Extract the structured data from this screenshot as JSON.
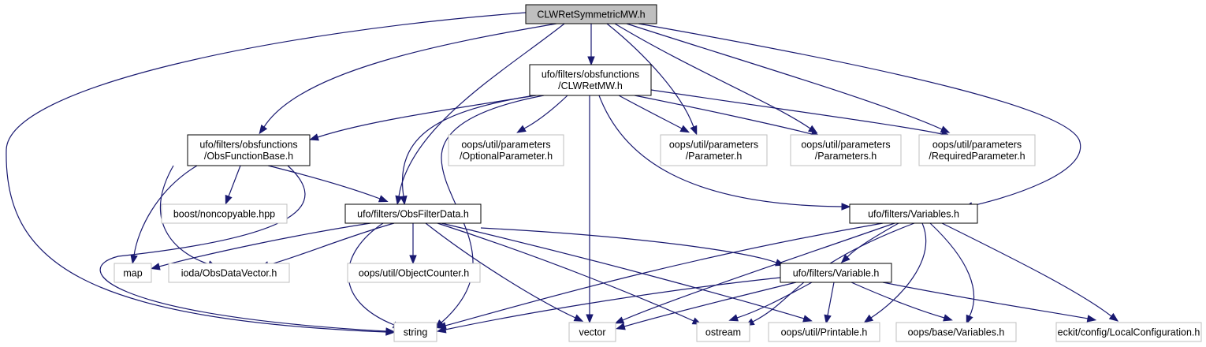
{
  "colors": {
    "edge": "#191970",
    "root_fill": "#bfbfbf",
    "default_fill": "#ffffff",
    "internal_border": "#000000",
    "external_border": "#bfbfbf"
  },
  "nodes": {
    "root": {
      "lines": [
        "CLWRetSymmetricMW.h"
      ],
      "kind": "root"
    },
    "clwretmw": {
      "lines": [
        "ufo/filters/obsfunctions",
        "/CLWRetMW.h"
      ],
      "kind": "internal"
    },
    "obsfunctionbase": {
      "lines": [
        "ufo/filters/obsfunctions",
        "/ObsFunctionBase.h"
      ],
      "kind": "internal"
    },
    "optionalparameter": {
      "lines": [
        "oops/util/parameters",
        "/OptionalParameter.h"
      ],
      "kind": "external"
    },
    "parameter": {
      "lines": [
        "oops/util/parameters",
        "/Parameter.h"
      ],
      "kind": "external"
    },
    "parameters": {
      "lines": [
        "oops/util/parameters",
        "/Parameters.h"
      ],
      "kind": "external"
    },
    "requiredparameter": {
      "lines": [
        "oops/util/parameters",
        "/RequiredParameter.h"
      ],
      "kind": "external"
    },
    "noncopyable": {
      "lines": [
        "boost/noncopyable.hpp"
      ],
      "kind": "external"
    },
    "obsfilterdata": {
      "lines": [
        "ufo/filters/ObsFilterData.h"
      ],
      "kind": "internal"
    },
    "variables": {
      "lines": [
        "ufo/filters/Variables.h"
      ],
      "kind": "internal"
    },
    "map": {
      "lines": [
        "map"
      ],
      "kind": "external"
    },
    "obsdatavector": {
      "lines": [
        "ioda/ObsDataVector.h"
      ],
      "kind": "external"
    },
    "objectcounter": {
      "lines": [
        "oops/util/ObjectCounter.h"
      ],
      "kind": "external"
    },
    "variable": {
      "lines": [
        "ufo/filters/Variable.h"
      ],
      "kind": "internal"
    },
    "string": {
      "lines": [
        "string"
      ],
      "kind": "external"
    },
    "vector": {
      "lines": [
        "vector"
      ],
      "kind": "external"
    },
    "ostream": {
      "lines": [
        "ostream"
      ],
      "kind": "external"
    },
    "printable": {
      "lines": [
        "oops/util/Printable.h"
      ],
      "kind": "external"
    },
    "basevariables": {
      "lines": [
        "oops/base/Variables.h"
      ],
      "kind": "external"
    },
    "localconfiguration": {
      "lines": [
        "eckit/config/LocalConfiguration.h"
      ],
      "kind": "external"
    }
  },
  "edges": [
    {
      "from": "root",
      "to": "clwretmw"
    },
    {
      "from": "root",
      "to": "obsfunctionbase"
    },
    {
      "from": "root",
      "to": "obsfilterdata"
    },
    {
      "from": "root",
      "to": "string"
    },
    {
      "from": "root",
      "to": "parameter"
    },
    {
      "from": "root",
      "to": "parameters"
    },
    {
      "from": "root",
      "to": "requiredparameter"
    },
    {
      "from": "root",
      "to": "variables"
    },
    {
      "from": "clwretmw",
      "to": "obsfunctionbase"
    },
    {
      "from": "clwretmw",
      "to": "obsfilterdata"
    },
    {
      "from": "clwretmw",
      "to": "string"
    },
    {
      "from": "clwretmw",
      "to": "vector"
    },
    {
      "from": "clwretmw",
      "to": "optionalparameter"
    },
    {
      "from": "clwretmw",
      "to": "parameter"
    },
    {
      "from": "clwretmw",
      "to": "parameters"
    },
    {
      "from": "clwretmw",
      "to": "requiredparameter"
    },
    {
      "from": "clwretmw",
      "to": "variables"
    },
    {
      "from": "obsfunctionbase",
      "to": "noncopyable"
    },
    {
      "from": "obsfunctionbase",
      "to": "obsfilterdata"
    },
    {
      "from": "obsfunctionbase",
      "to": "map"
    },
    {
      "from": "obsfunctionbase",
      "to": "obsdatavector"
    },
    {
      "from": "obsfunctionbase",
      "to": "string"
    },
    {
      "from": "obsfilterdata",
      "to": "map"
    },
    {
      "from": "obsfilterdata",
      "to": "obsdatavector"
    },
    {
      "from": "obsfilterdata",
      "to": "objectcounter"
    },
    {
      "from": "obsfilterdata",
      "to": "string"
    },
    {
      "from": "obsfilterdata",
      "to": "vector"
    },
    {
      "from": "obsfilterdata",
      "to": "ostream"
    },
    {
      "from": "obsfilterdata",
      "to": "printable"
    },
    {
      "from": "obsfilterdata",
      "to": "variable"
    },
    {
      "from": "variables",
      "to": "variable"
    },
    {
      "from": "variables",
      "to": "string"
    },
    {
      "from": "variables",
      "to": "vector"
    },
    {
      "from": "variables",
      "to": "ostream"
    },
    {
      "from": "variables",
      "to": "printable"
    },
    {
      "from": "variables",
      "to": "basevariables"
    },
    {
      "from": "variables",
      "to": "localconfiguration"
    },
    {
      "from": "variable",
      "to": "string"
    },
    {
      "from": "variable",
      "to": "vector"
    },
    {
      "from": "variable",
      "to": "ostream"
    },
    {
      "from": "variable",
      "to": "printable"
    },
    {
      "from": "variable",
      "to": "basevariables"
    },
    {
      "from": "variable",
      "to": "localconfiguration"
    }
  ]
}
